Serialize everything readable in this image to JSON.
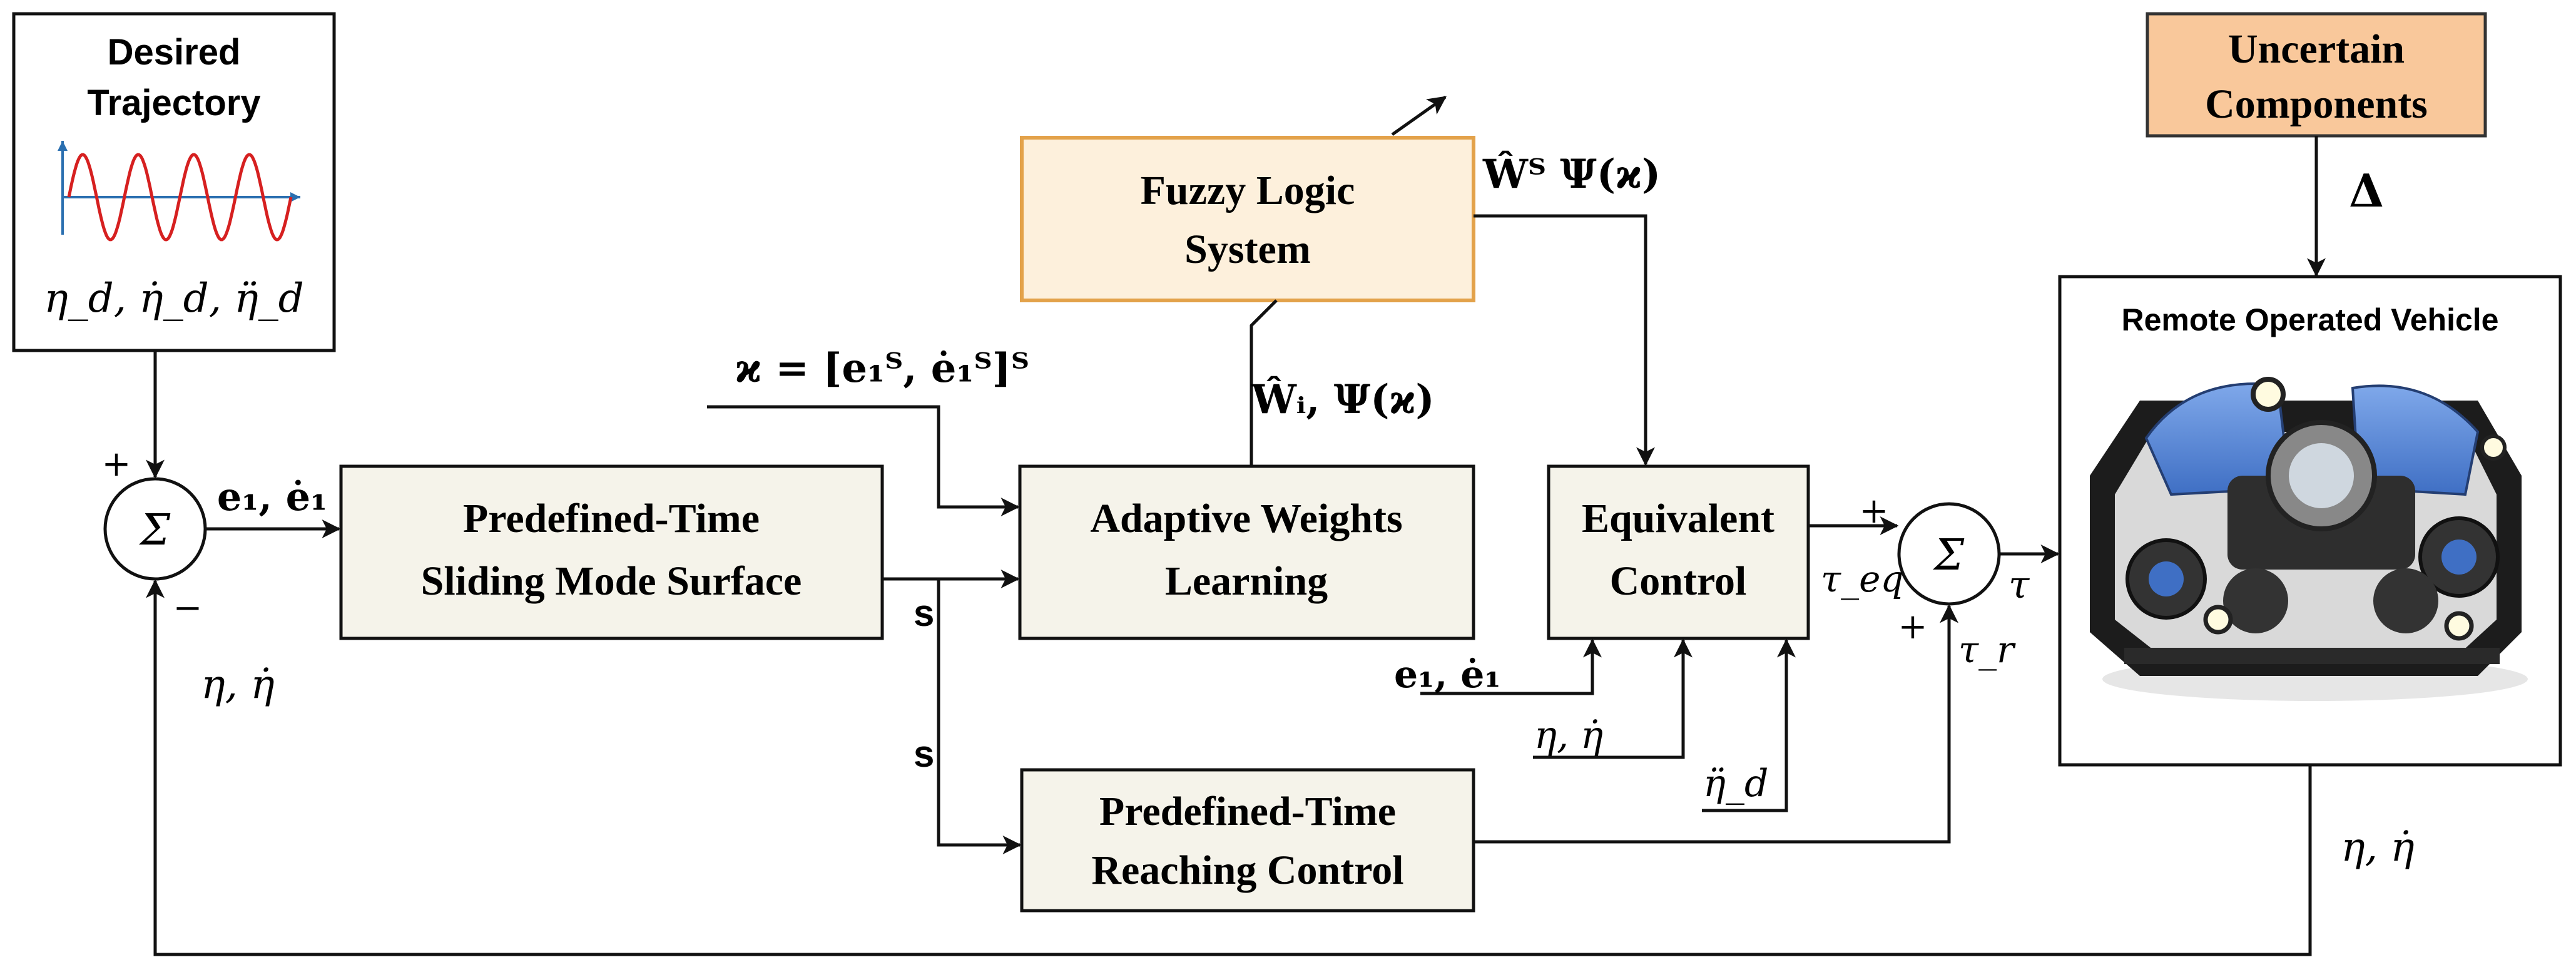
{
  "colors": {
    "block_fill": "#f5f3ea",
    "fuzzy_fill": "#fdf0dc",
    "fuzzy_border": "#e3a24a",
    "uncertain_fill": "#f9c89b",
    "line": "#111111",
    "signal": "#d62020",
    "axis": "#2a6fb0"
  },
  "desired_trajectory": {
    "title_line1": "Desired",
    "title_line2": "Trajectory",
    "signals": "η_d, η̇_d, η̈_d"
  },
  "blocks": {
    "pt_smc_surface": {
      "line1": "Predefined-Time",
      "line2": "Sliding Mode Surface"
    },
    "adaptive_weights": {
      "line1": "Adaptive Weights",
      "line2": "Learning"
    },
    "fuzzy_logic": {
      "line1": "Fuzzy Logic",
      "line2": "System"
    },
    "equivalent_control": {
      "line1": "Equivalent",
      "line2": "Control"
    },
    "pt_reaching": {
      "line1": "Predefined-Time",
      "line2": "Reaching Control"
    },
    "uncertain": {
      "line1": "Uncertain",
      "line2": "Components"
    },
    "rov": {
      "title": "Remote Operated Vehicle"
    }
  },
  "sums": {
    "symbol": "Σ"
  },
  "signs": {
    "plus": "+",
    "minus": "−"
  },
  "signals": {
    "error": "e₁, ė₁",
    "feedback_left": "η, η̇",
    "feedback_bottom": "η, η̇",
    "kappa": "ϰ = [e₁ᵀ, ė₁ᵀ]ᵀ",
    "w_psi": "Ŵᵢ, Ψ(ϰ)",
    "wt_psi": "Ŵᵀ Ψ(ϰ)",
    "s_upper": "s",
    "s_lower": "s",
    "eq_in_e": "e₁, ė₁",
    "eq_in_eta": "η, η̇",
    "eq_in_etadd": "η̈_d",
    "tau_eq": "τ_eq",
    "tau_r": "τ_r",
    "tau": "τ",
    "delta": "Δ"
  }
}
